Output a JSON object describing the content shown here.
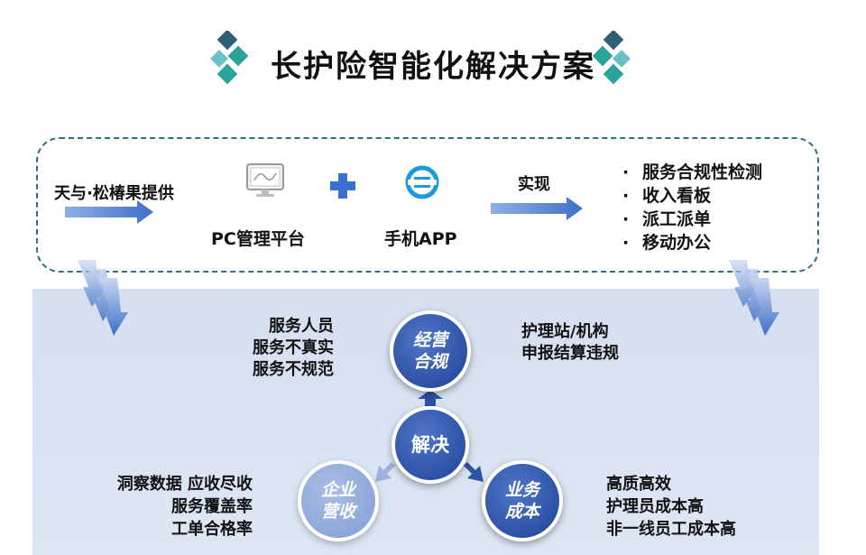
{
  "title": "长护险智能化解决方案",
  "flow": {
    "provider": "天与·松椿果提供",
    "pc_label": "PC管理平台",
    "app_label": "手机APP",
    "realize": "实现",
    "features": [
      "服务合规性检测",
      "收入看板",
      "派工派单",
      "移动办公"
    ],
    "bullet": "·"
  },
  "center": "解决",
  "nodes": {
    "top": "经营\n合规",
    "right": "业务\n成本",
    "left": "企业\n营收"
  },
  "labels": {
    "top_left": [
      "服务人员",
      "服务不真实",
      "服务不规范"
    ],
    "top_right": [
      "护理站/机构",
      "申报结算违规"
    ],
    "bottom_left": [
      "洞察数据 应收尽收",
      "服务覆盖率",
      "工单合格率"
    ],
    "bottom_right": [
      "高质高效",
      "护理员成本高",
      "非一线员工成本高"
    ]
  },
  "colors": {
    "accent_blue": "#2d52a6",
    "teal_diamond": "#2aa39c",
    "dark_diamond": "#2f5f74",
    "arrow_blue": "#4a7bd0"
  }
}
